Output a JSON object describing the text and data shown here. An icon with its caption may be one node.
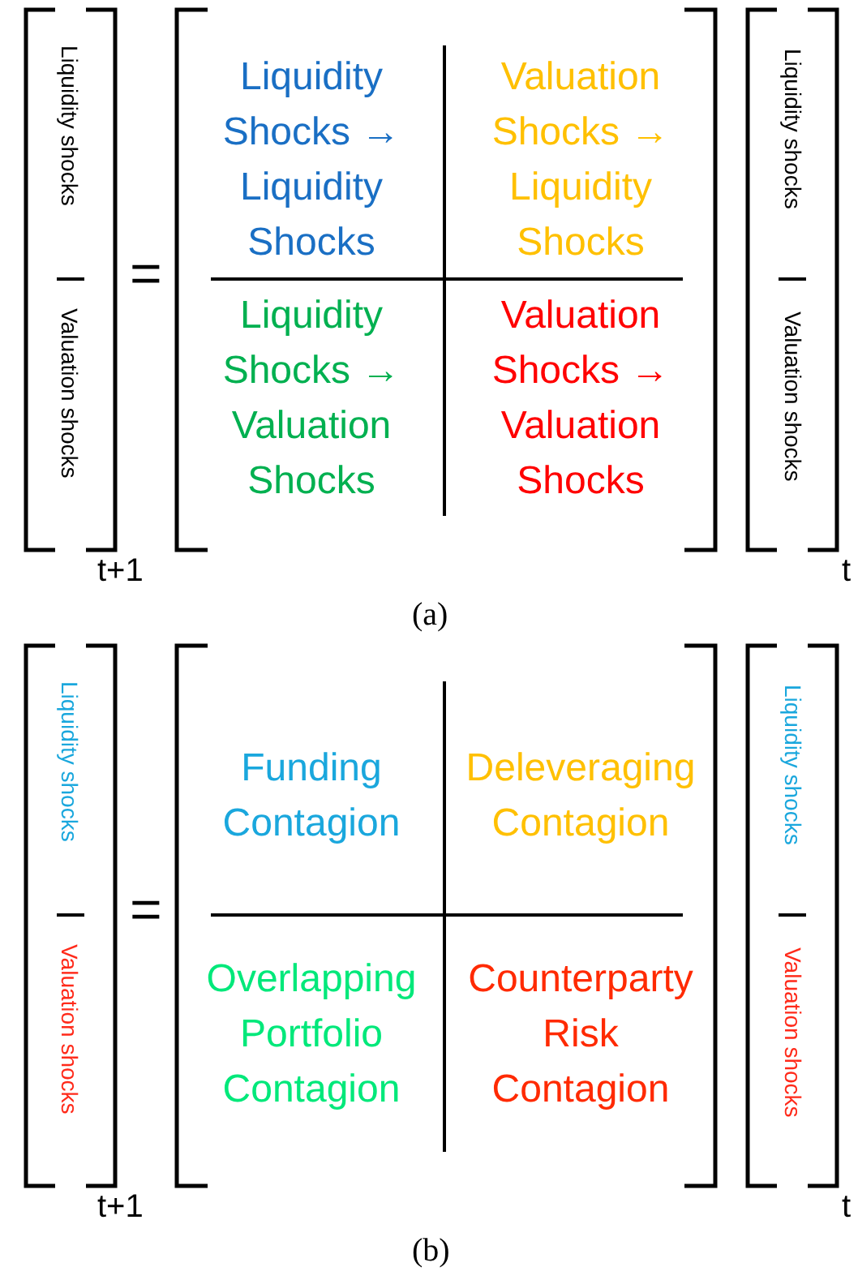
{
  "diagram": {
    "labels": [
      "Liquidity shocks",
      "Valuation shocks",
      "=",
      "Liquidity Shocks → Liquidity Shocks",
      "Valuation Shocks → Liquidity Shocks",
      "Liquidity Shocks → Valuation Shocks",
      "Valuation Shocks → Valuation Shocks",
      "Liquidity shocks",
      "Valuation shocks",
      "t+1",
      "t",
      "(a)",
      "Liquidity shocks",
      "Valuation shocks",
      "=",
      "Funding Contagion",
      "Deleveraging Contagion",
      "Overlapping Portfolio Contagion",
      "Counterparty Risk Contagion",
      "Liquidity shocks",
      "Valuation shocks",
      "t+1",
      "t",
      "(b)"
    ]
  }
}
